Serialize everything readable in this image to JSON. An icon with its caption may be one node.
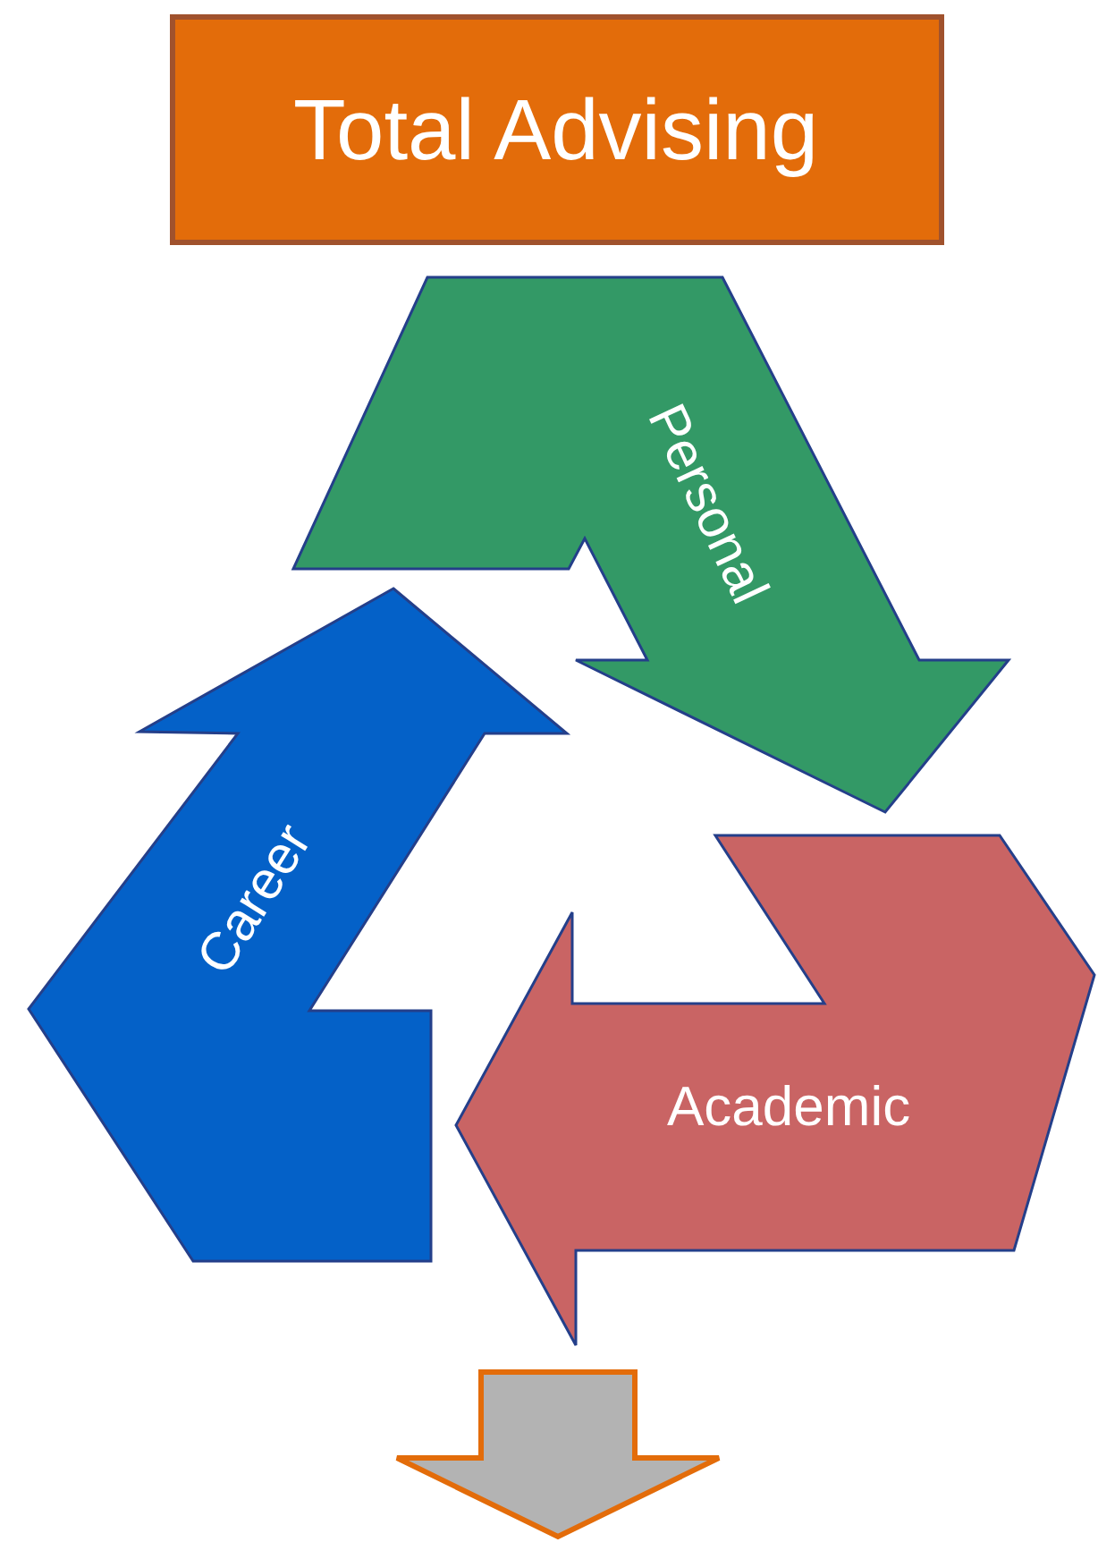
{
  "diagram": {
    "nodes": [
      {
        "text": [
          "Total Advising"
        ]
      },
      {
        "text": [
          "Personal"
        ]
      },
      {
        "text": [
          "Career"
        ]
      },
      {
        "text": [
          "Academic"
        ]
      }
    ]
  }
}
